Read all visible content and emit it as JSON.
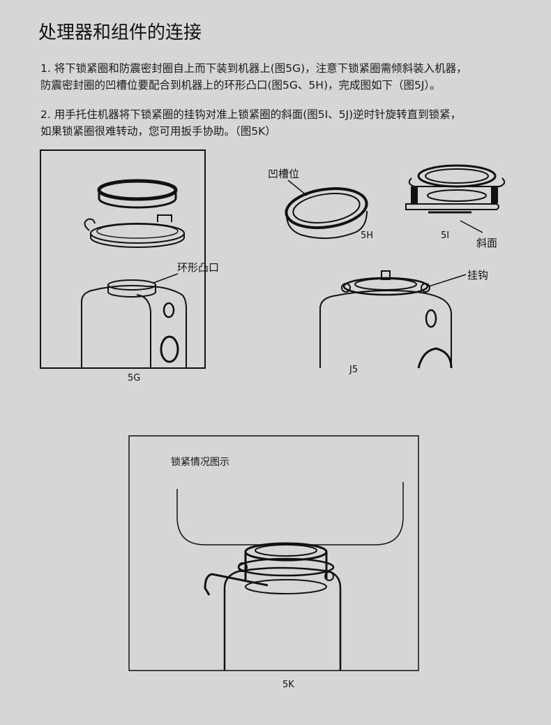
{
  "title": "处理器和组件的连接",
  "steps": [
    {
      "line1": "1. 将下锁紧圈和防震密封圈自上而下装到机器上(图5G)，注意下锁紧圈需倾斜装入机器，",
      "line2": "防震密封圈的凹槽位要配合到机器上的环形凸口(图5G、5H)，完成图如下（图5J）。"
    },
    {
      "line1": "2. 用手托住机器将下锁紧圈的挂钩对准上锁紧圈的斜面(图5I、5J)逆时针旋转直到锁紧，",
      "line2": "如果锁紧圈很难转动，您可用扳手协助。（图5K）"
    }
  ],
  "figures": {
    "fig5g": {
      "caption": "5G",
      "callout": "环形凸口"
    },
    "fig5h": {
      "caption": "5H",
      "callout": "凹槽位"
    },
    "fig5i": {
      "caption": "5I",
      "callout": "斜面"
    },
    "fig5j": {
      "caption": "J5",
      "callout": "挂钩"
    },
    "fig5k": {
      "caption": "5K",
      "callout": "锁紧情况图示"
    }
  }
}
